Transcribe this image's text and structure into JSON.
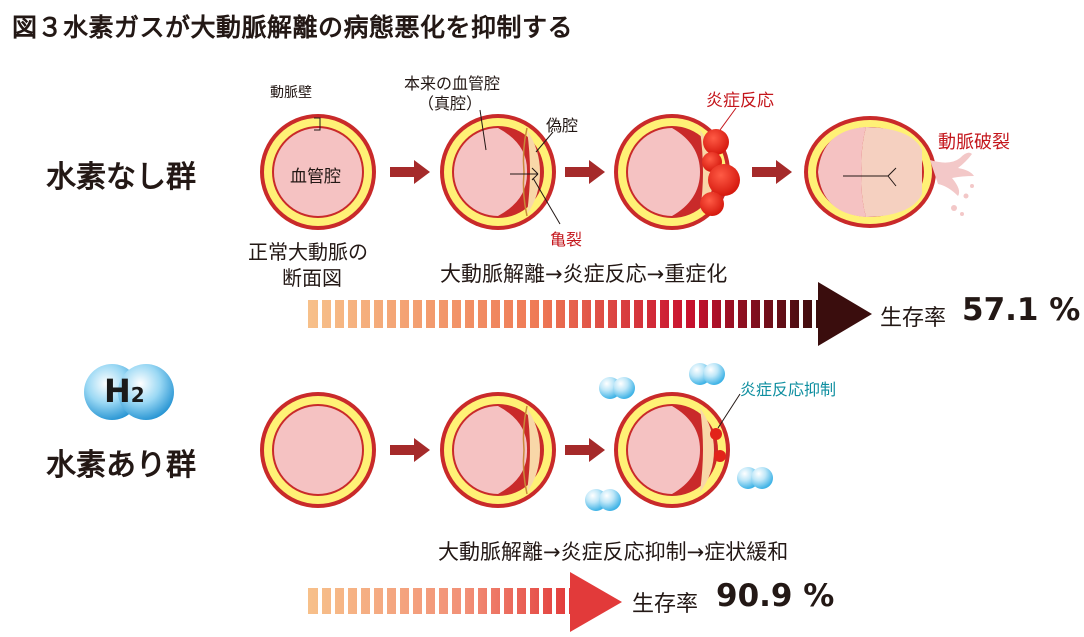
{
  "title": "図３水素ガスが大動脈解離の病態悪化を抑制する",
  "groups": {
    "no_hydrogen": {
      "label": "水素なし群",
      "labels": {
        "wall": "動脈壁",
        "lumen": "血管腔",
        "original_lumen_line1": "本来の血管腔",
        "original_lumen_line2": "（真腔）",
        "false_lumen": "偽腔",
        "tear": "亀裂",
        "inflammation": "炎症反応",
        "rupture": "動脈破裂",
        "section_line1": "正常大動脈の",
        "section_line2": "断面図"
      },
      "progression": "大動脈解離→炎症反応→重症化",
      "survival_label": "生存率",
      "survival_value": "57.1 %"
    },
    "hydrogen": {
      "label": "水素あり群",
      "h2_symbol": "H",
      "h2_subscript": "2",
      "labels": {
        "inflammation_suppression": "炎症反応抑制"
      },
      "progression": "大動脈解離→炎症反応抑制→症状緩和",
      "survival_label": "生存率",
      "survival_value": "90.9 %"
    }
  },
  "colors": {
    "wall_red": "#c92a2a",
    "wall_yellow": "#fff176",
    "lumen_pink": "#f5c2c2",
    "arrow": "#a52a2a",
    "inflammation": "#e2231a",
    "bubble": "#8fd4f2",
    "teal_text": "#0f8fa0"
  }
}
